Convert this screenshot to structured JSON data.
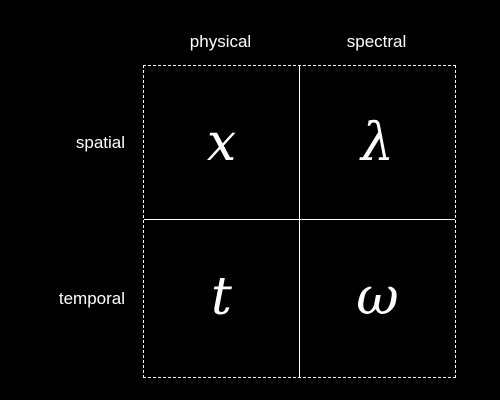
{
  "columns": {
    "physical": "physical",
    "spectral": "spectral"
  },
  "rows": {
    "spatial": "spatial",
    "temporal": "temporal"
  },
  "cells": {
    "spatial_physical": "x",
    "spatial_spectral": "λ",
    "temporal_physical": "t",
    "temporal_spectral": "ω"
  },
  "colors": {
    "background": "#000000",
    "foreground": "#ffffff"
  }
}
